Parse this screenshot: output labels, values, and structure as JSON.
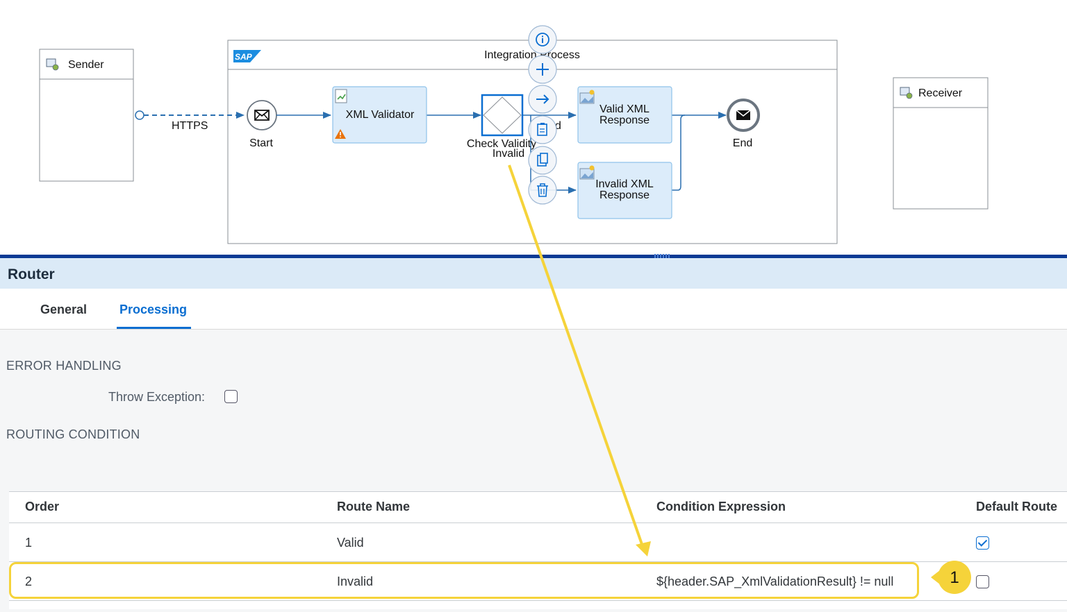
{
  "diagram": {
    "sender_label": "Sender",
    "receiver_label": "Receiver",
    "process_title": "Integration Process",
    "sap_logo": "SAP",
    "connection_label": "HTTPS",
    "start_label": "Start",
    "end_label": "End",
    "validator_label": "XML Validator",
    "router_label": "Check Validity",
    "route_invalid_label": "Invalid",
    "route_valid_partial": "d",
    "valid_response_line1": "Valid XML",
    "valid_response_line2": "Response",
    "invalid_response_line1": "Invalid XML",
    "invalid_response_line2": "Response",
    "context_pad_icons": [
      "info-icon",
      "plus-icon",
      "arrow-right-icon",
      "paste-icon",
      "clipboard-icon",
      "trash-icon"
    ]
  },
  "panel": {
    "title": "Router",
    "tabs": [
      "General",
      "Processing"
    ],
    "active_tab": "Processing",
    "error_handling_title": "ERROR HANDLING",
    "throw_exception_label": "Throw Exception:",
    "routing_condition_title": "ROUTING CONDITION"
  },
  "routes_table": {
    "headers": [
      "Order",
      "Route Name",
      "Condition Expression",
      "Default Route"
    ],
    "rows": [
      {
        "order": "1",
        "name": "Valid",
        "condition": "",
        "default": true
      },
      {
        "order": "2",
        "name": "Invalid",
        "condition": "${header.SAP_XmlValidationResult} != null",
        "default": false
      }
    ]
  },
  "callout": {
    "number": "1"
  },
  "colors": {
    "accent": "#0a6ed1",
    "highlight": "#f5d33a",
    "splitter": "#0a3a94",
    "header_bg": "#dbeaf7",
    "warning": "#e9730c"
  }
}
